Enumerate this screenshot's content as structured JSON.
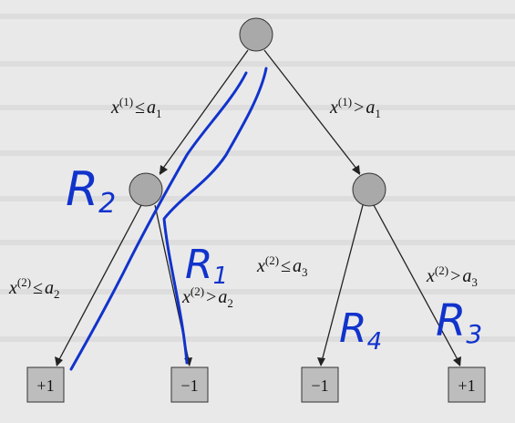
{
  "tree": {
    "edge_labels": {
      "root_left": {
        "var": "x",
        "sup": "(1)",
        "op": "≤",
        "param": "a",
        "sub": "1"
      },
      "root_right": {
        "var": "x",
        "sup": "(1)",
        "op": ">",
        "param": "a",
        "sub": "1"
      },
      "left_left": {
        "var": "x",
        "sup": "(2)",
        "op": "≤",
        "param": "a",
        "sub": "2"
      },
      "left_right": {
        "var": "x",
        "sup": "(2)",
        "op": ">",
        "param": "a",
        "sub": "2"
      },
      "right_left": {
        "var": "x",
        "sup": "(2)",
        "op": "≤",
        "param": "a",
        "sub": "3"
      },
      "right_right": {
        "var": "x",
        "sup": "(2)",
        "op": ">",
        "param": "a",
        "sub": "3"
      }
    },
    "leaves": [
      "+1",
      "−1",
      "−1",
      "+1"
    ]
  },
  "annotations": {
    "r2": "R",
    "r2_sub": "2",
    "r1": "R",
    "r1_sub": "1",
    "r4": "R",
    "r4_sub": "4",
    "r3": "R",
    "r3_sub": "3"
  },
  "colors": {
    "node_fill": "#a9a9a9",
    "ink": "#1133cc",
    "line": "#222222"
  }
}
